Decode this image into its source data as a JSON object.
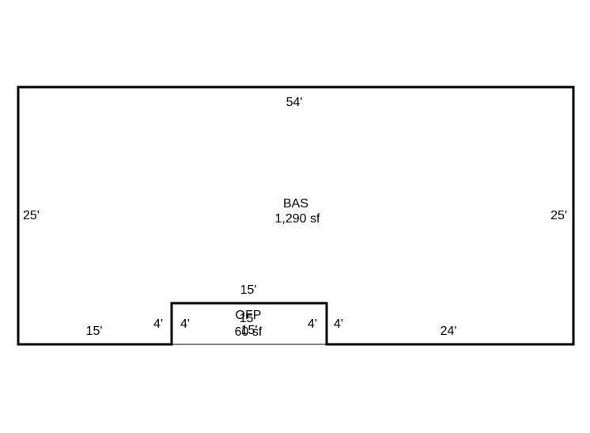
{
  "diagram": {
    "line_color": "#000000",
    "background": "#ffffff",
    "bas": {
      "code": "BAS",
      "area": "1,290 sf",
      "dims": {
        "top": "54'",
        "left": "25'",
        "right": "25'",
        "bottom_left": "15'",
        "bottom_right": "24'",
        "notch_left": "4'",
        "notch_right": "4'",
        "notch_top": "15'"
      }
    },
    "ofp": {
      "code": "OFP",
      "area": "60 sf",
      "dims": {
        "top": "15'",
        "bottom": "15'",
        "left": "4'",
        "right": "4'"
      }
    }
  }
}
